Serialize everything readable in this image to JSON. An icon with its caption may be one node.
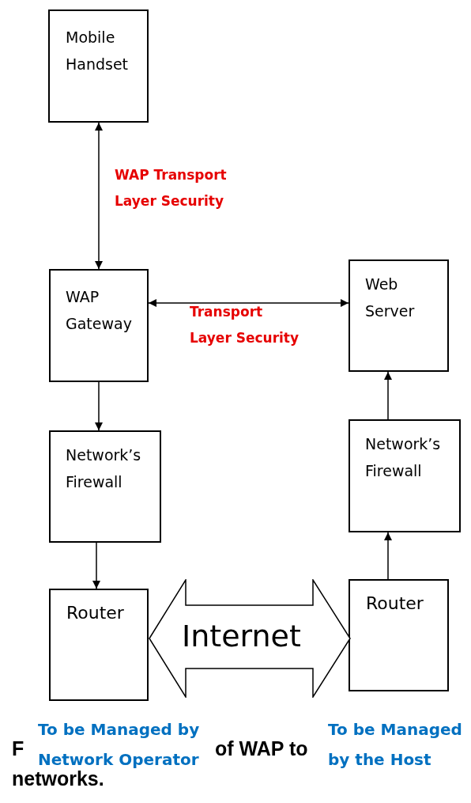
{
  "diagram": {
    "nodes": [
      {
        "text": [
          "Mobile Handset"
        ]
      },
      {
        "text": [
          "WAP Gateway"
        ]
      },
      {
        "text": [
          "Web Server"
        ]
      },
      {
        "text": [
          "Network’s Firewall"
        ]
      },
      {
        "text": [
          "Router"
        ]
      },
      {
        "text": [
          "Network’s Firewall"
        ]
      },
      {
        "text": [
          "Router"
        ]
      },
      {
        "text": [
          "Internet"
        ]
      }
    ],
    "edges": [
      {
        "from": 0,
        "to": 1,
        "arrow": "both",
        "label": "WAP Transport Layer Security"
      },
      {
        "from": 1,
        "to": 2,
        "arrow": "both",
        "label": "Transport Layer Security"
      },
      {
        "from": 1,
        "to": 3,
        "arrow": "to"
      },
      {
        "from": 3,
        "to": 4,
        "arrow": "to"
      },
      {
        "from": 6,
        "to": 5,
        "arrow": "to"
      },
      {
        "from": 5,
        "to": 2,
        "arrow": "to"
      }
    ],
    "labels": [
      "To be Managed by Network Operator",
      "To be Managed by the Host",
      "F",
      "of WAP to",
      "networks."
    ]
  }
}
